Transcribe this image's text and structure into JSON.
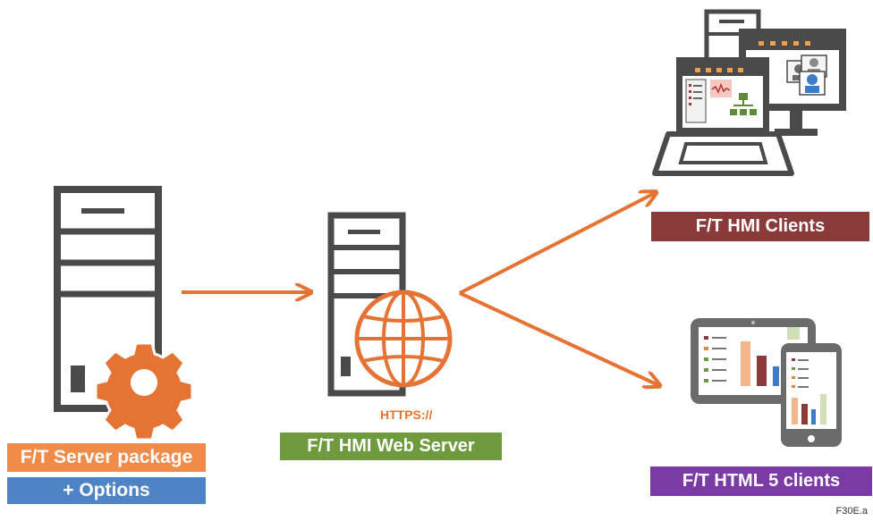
{
  "labels": {
    "server_package": "F/T Server package",
    "options": "+ Options",
    "web_server": "F/T HMI Web Server",
    "https": "HTTPS://",
    "hmi_clients": "F/T HMI Clients",
    "html5_clients": "F/T HTML 5 clients",
    "figure_id": "F30E.a"
  },
  "colors": {
    "orange": "#e57434",
    "server_package_bg": "#f08b4a",
    "options_bg": "#4e84c6",
    "web_server_bg": "#6f9a3e",
    "hmi_clients_bg": "#8b3a3a",
    "html5_clients_bg": "#7a3ba5",
    "device_gray": "#4a4a4a"
  },
  "icons": [
    "server-tower-icon",
    "gear-icon",
    "globe-icon",
    "laptop-icon",
    "monitor-icon",
    "tablet-icon",
    "smartphone-icon",
    "arrow-icon"
  ]
}
